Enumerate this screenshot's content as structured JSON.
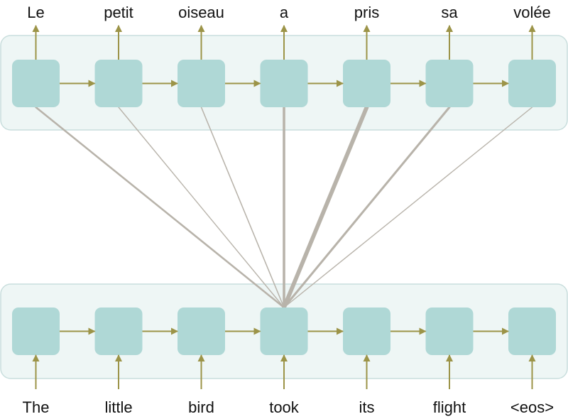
{
  "colors": {
    "background": "#ffffff",
    "panel_fill": "#eef6f5",
    "panel_stroke": "#c9dedd",
    "cell_fill": "#afd8d6",
    "arrow": "#9c9448",
    "attention_line": "#b8b3aa"
  },
  "decoder": {
    "tokens": [
      "Le",
      "petit",
      "oiseau",
      "a",
      "pris",
      "sa",
      "volée"
    ],
    "attention_weights": [
      0.35,
      0.12,
      0.15,
      0.55,
      1.0,
      0.45,
      0.12
    ]
  },
  "encoder": {
    "tokens": [
      "The",
      "little",
      "bird",
      "took",
      "its",
      "flight",
      "<eos>"
    ],
    "attention_source_index": 3
  }
}
